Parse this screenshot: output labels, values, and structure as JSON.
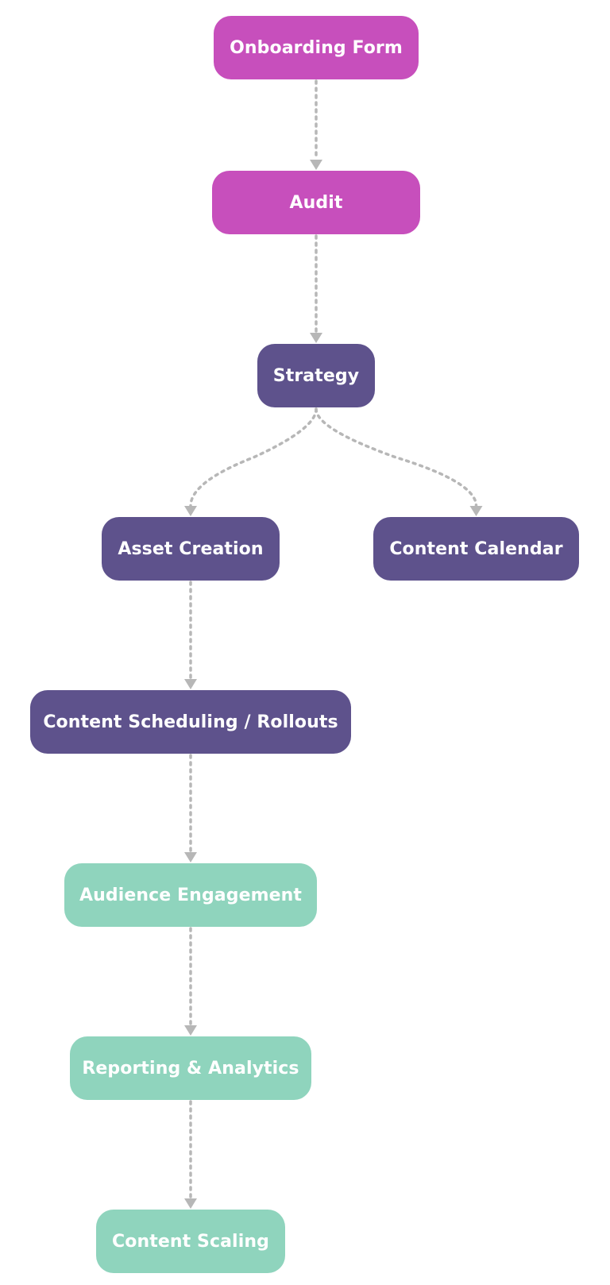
{
  "colors": {
    "magenta": "#c74fbc",
    "purple": "#5e528c",
    "teal": "#8fd4bd",
    "connector": "#b7b7b7"
  },
  "nodes": [
    {
      "id": "onboarding",
      "label": "Onboarding Form",
      "color": "magenta"
    },
    {
      "id": "audit",
      "label": "Audit",
      "color": "magenta"
    },
    {
      "id": "strategy",
      "label": "Strategy",
      "color": "purple"
    },
    {
      "id": "asset",
      "label": "Asset Creation",
      "color": "purple"
    },
    {
      "id": "calendar",
      "label": "Content Calendar",
      "color": "purple"
    },
    {
      "id": "scheduling",
      "label": "Content Scheduling / Rollouts",
      "color": "purple"
    },
    {
      "id": "engagement",
      "label": "Audience Engagement",
      "color": "teal"
    },
    {
      "id": "reporting",
      "label": "Reporting & Analytics",
      "color": "teal"
    },
    {
      "id": "scaling",
      "label": "Content Scaling",
      "color": "teal"
    }
  ],
  "edges": [
    {
      "from": "onboarding",
      "to": "audit"
    },
    {
      "from": "audit",
      "to": "strategy"
    },
    {
      "from": "strategy",
      "to": "asset"
    },
    {
      "from": "strategy",
      "to": "calendar"
    },
    {
      "from": "asset",
      "to": "scheduling"
    },
    {
      "from": "scheduling",
      "to": "engagement"
    },
    {
      "from": "engagement",
      "to": "reporting"
    },
    {
      "from": "reporting",
      "to": "scaling"
    }
  ]
}
